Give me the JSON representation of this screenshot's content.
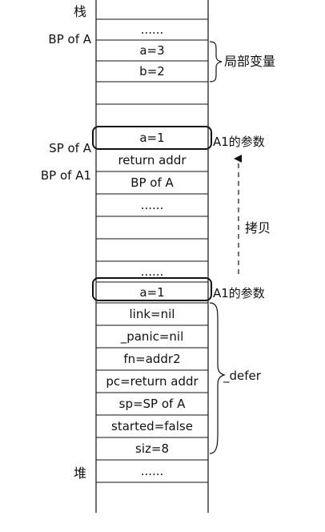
{
  "region_labels": {
    "stack": "栈",
    "heap": "堆"
  },
  "stack_cells": [
    {
      "text": "......"
    },
    {
      "text": "a=3"
    },
    {
      "text": "b=2"
    },
    {
      "text": ""
    },
    {
      "text": ""
    },
    {
      "text": "a=1",
      "highlight": true
    },
    {
      "text": "return addr"
    },
    {
      "text": "BP of A"
    },
    {
      "text": "......"
    },
    {
      "text": ""
    },
    {
      "text": ""
    },
    {
      "text": "......"
    },
    {
      "text": "a=1",
      "highlight": true
    },
    {
      "text": "link=nil"
    },
    {
      "text": "_panic=nil"
    },
    {
      "text": "fn=addr2"
    },
    {
      "text": "pc=return addr"
    },
    {
      "text": "sp=SP of A"
    },
    {
      "text": "started=false"
    },
    {
      "text": "siz=8"
    },
    {
      "text": "......"
    }
  ],
  "left_labels": {
    "bp_of_a": "BP of A",
    "sp_of_a": "SP of A",
    "bp_of_a1": "BP of A1"
  },
  "right_labels": {
    "locals": "局部变量",
    "a1_params_top": "A1的参数",
    "copy": "拷贝",
    "a1_params_bottom": "A1的参数",
    "defer": "_defer"
  }
}
